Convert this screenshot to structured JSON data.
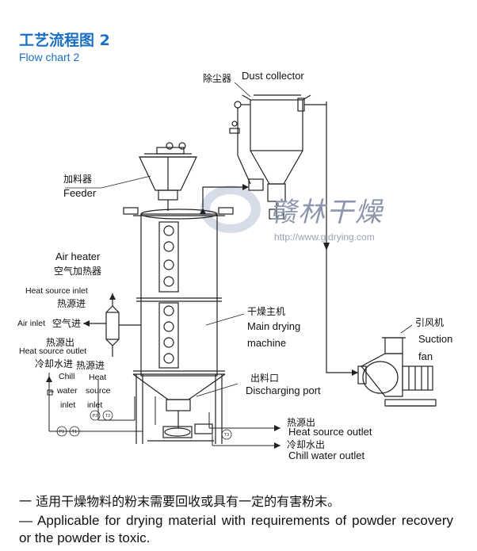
{
  "title_cn": "工艺流程图 2",
  "title_en": "Flow chart 2",
  "labels": {
    "dust_collector_cn": "除尘器",
    "dust_collector_en": "Dust collector",
    "feeder_cn": "加料器",
    "feeder_en": "Feeder",
    "air_heater_en": "Air heater",
    "air_heater_cn": "空气加热器",
    "heat_source_inlet_en": "Heat source inlet",
    "heat_source_inlet_cn": "热源进",
    "air_inlet_en": "Air inlet",
    "air_inlet_cn": "空气进",
    "heat_source_outlet_cn_left": "热源出",
    "heat_source_outlet_en_left": "Heat source outlet",
    "chill_water_inlet_cn": "冷却水进",
    "chill_water_inlet_en_1": "Chill",
    "chill_water_inlet_en_2": "water",
    "chill_water_inlet_en_3": "inlet",
    "heat_source_inlet2_cn": "热源进",
    "heat_source_inlet2_en_1": "Heat",
    "heat_source_inlet2_en_2": "source",
    "heat_source_inlet2_en_3": "inlet",
    "main_drying_cn": "干燥主机",
    "main_drying_en_1": "Main drying",
    "main_drying_en_2": "machine",
    "discharging_cn": "出料口",
    "discharging_en": "Discharging port",
    "suction_fan_cn": "引风机",
    "suction_fan_en_1": "Suction",
    "suction_fan_en_2": "fan",
    "heat_source_outlet_cn": "热源出",
    "heat_source_outlet_en": "Heat source outlet",
    "chill_water_outlet_cn": "冷却水出",
    "chill_water_outlet_en": "Chill water outlet"
  },
  "instrument_tags": {
    "p1": "P1",
    "t1": "T1",
    "p2": "P2",
    "t2": "T2",
    "t3": "T3"
  },
  "watermark": {
    "brand": "赣林干燥",
    "url": "http://www.gldrying.com"
  },
  "notes": {
    "cn": "一 适用干燥物料的粉末需要回收或具有一定的有害粉末。",
    "en": "— Applicable for drying material with requirements of powder recovery or the powder is toxic."
  }
}
